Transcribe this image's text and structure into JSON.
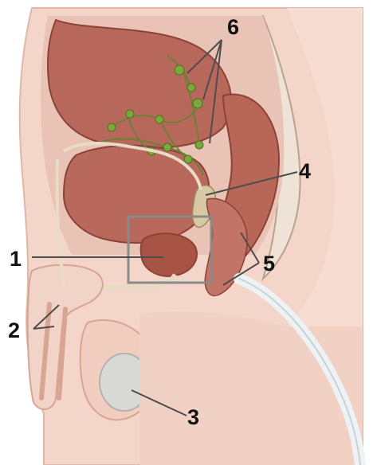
{
  "figure": {
    "labels": [
      {
        "key": "1",
        "text": "1"
      },
      {
        "key": "2",
        "text": "2"
      },
      {
        "key": "3",
        "text": "3"
      },
      {
        "key": "4",
        "text": "4"
      },
      {
        "key": "5",
        "text": "5"
      },
      {
        "key": "6",
        "text": "6"
      }
    ]
  },
  "colors": {
    "background": "#ffffff",
    "skin": "#f1cdbf",
    "skin_shadow": "#d8a593",
    "muscle": "#b36052",
    "muscle_dark": "#8c4238",
    "bone": "#efe2d6",
    "bone_outline": "#b9a38f",
    "vessel": "#e9dcc6",
    "lymph_node": "#7aa83a",
    "lymph_line": "#6f7f3a",
    "highlight_box": "#8a8a8a",
    "leader_line": "#4d4d4d",
    "catheter": "#eef2f4",
    "testis": "#d9d9d6"
  }
}
